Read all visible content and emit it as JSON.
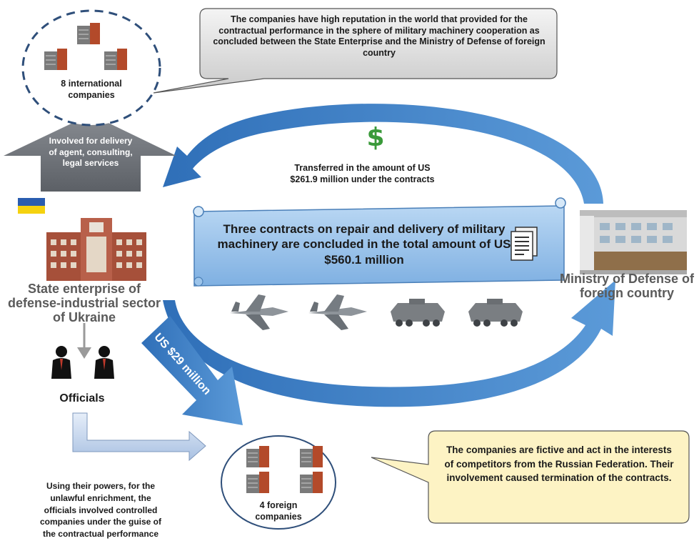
{
  "intl_companies": {
    "label": "8 international companies"
  },
  "reputation_callout": {
    "text": "The companies have high reputation in the world that provided for the contractual performance in the sphere of military machinery cooperation as concluded between the State Enterprise and the Ministry of Defense of foreign country"
  },
  "involved_arrow": {
    "text": "Involved for delivery of agent, consulting, legal services"
  },
  "transfer": {
    "text": "Transferred in the amount of US $261.9 million under the contracts",
    "icon": "dollar-icon"
  },
  "contracts_scroll": {
    "text": "Three contracts on repair and delivery of military machinery are concluded in the total amount of US $560.1 million",
    "icon": "document-icon"
  },
  "state_enterprise": {
    "title": "State enterprise of defense-industrial sector of Ukraine",
    "flag_colors": [
      "#2a5db0",
      "#f5d20f"
    ]
  },
  "ministry": {
    "title": "Ministry of Defense of foreign country"
  },
  "equipment": {
    "items": [
      "fighter-jet-icon",
      "fighter-jet-icon",
      "armored-vehicle-icon",
      "armored-vehicle-icon"
    ]
  },
  "payment_arrow": {
    "text": "US $29 million"
  },
  "officials": {
    "label": "Officials"
  },
  "officials_note": {
    "text": "Using their powers, for the unlawful enrichment, the officials involved controlled companies under the guise of the contractual performance"
  },
  "foreign_companies": {
    "label": "4 foreign companies"
  },
  "fictive_callout": {
    "text": "The companies are fictive and act in the interests of competitors from the Russian Federation. Their involvement caused termination of the contracts."
  },
  "colors": {
    "blue_arrow": "#3c7fc8",
    "scroll_fill": "#9cc4ea",
    "gray_arrow": "#6b6f75",
    "yellow_callout": "#fdf3c4",
    "title_gray": "#5a5a5a"
  }
}
